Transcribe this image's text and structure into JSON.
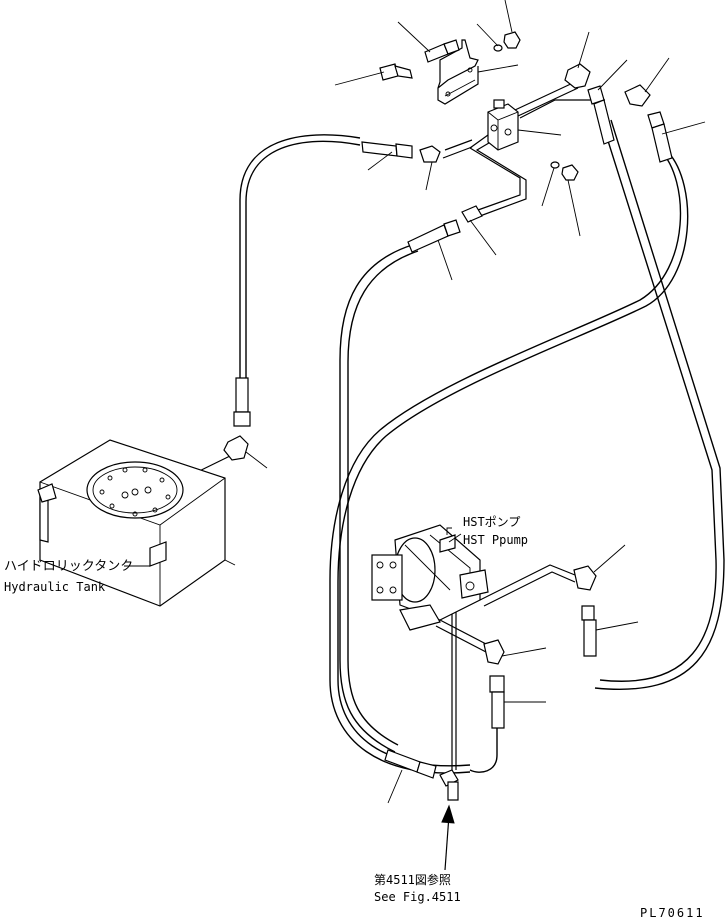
{
  "labels": {
    "tank_jp": "ハイドロリックタンク",
    "tank_en": "Hydraulic Tank",
    "pump_jp": "HSTポンプ",
    "pump_en": "HST Ppump",
    "ref_jp": "第4511図参照",
    "ref_en": "See Fig.4511",
    "drawing_code": "PL70611"
  }
}
